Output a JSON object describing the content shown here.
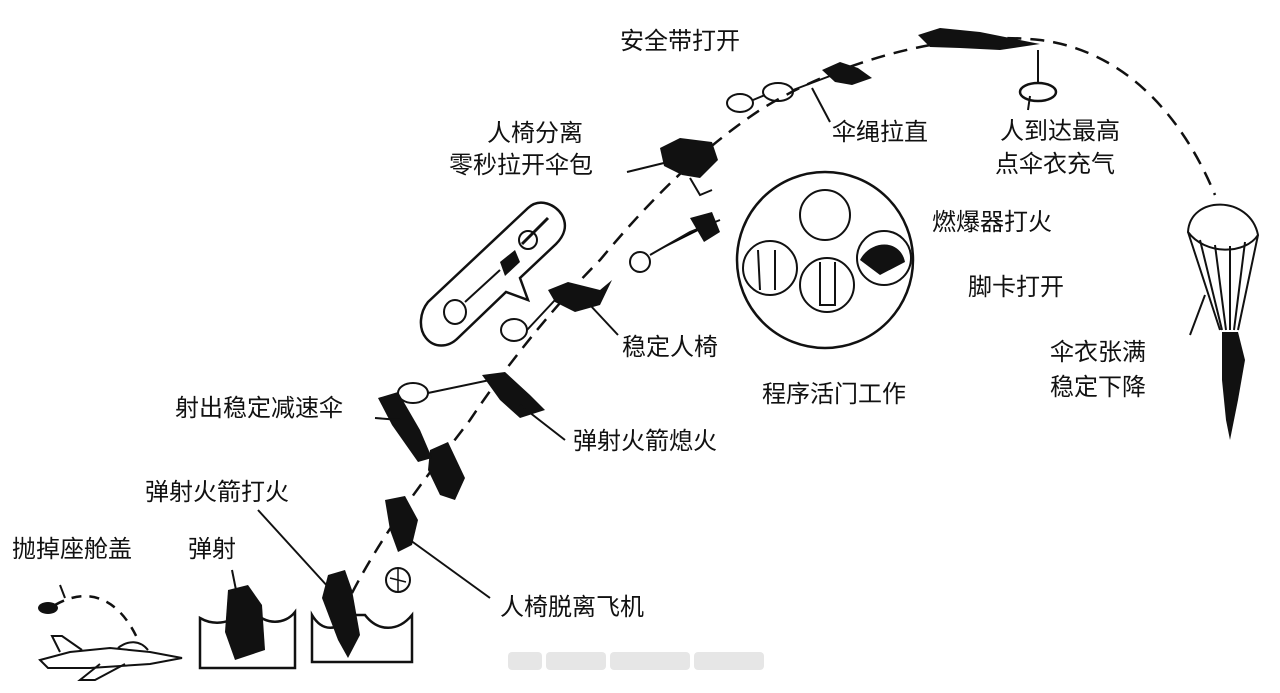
{
  "diagram": {
    "labels": {
      "jettison_canopy": "抛掉座舱盖",
      "eject": "弹射",
      "ejection_rocket_fire": "弹射火箭打火",
      "seat_leaves_aircraft": "人椅脱离飞机",
      "drogue_deploy": "射出稳定减速伞",
      "rocket_burnout": "弹射火箭熄火",
      "stabilize_seat": "稳定人椅",
      "sequencer_valve": "程序活门工作",
      "seat_separation_line1": "人椅分离",
      "seat_separation_line2": "零秒拉开伞包",
      "belt_open": "安全带打开",
      "lines_straight": "伞绳拉直",
      "apex_line1": "人到达最高",
      "apex_line2": "点伞衣充气",
      "igniter_fire": "燃爆器打火",
      "foot_clamp_open": "脚卡打开",
      "canopy_full_line1": "伞衣张满",
      "canopy_full_line2": "稳定下降"
    },
    "colors": {
      "ink": "#111111",
      "background": "#ffffff"
    }
  }
}
